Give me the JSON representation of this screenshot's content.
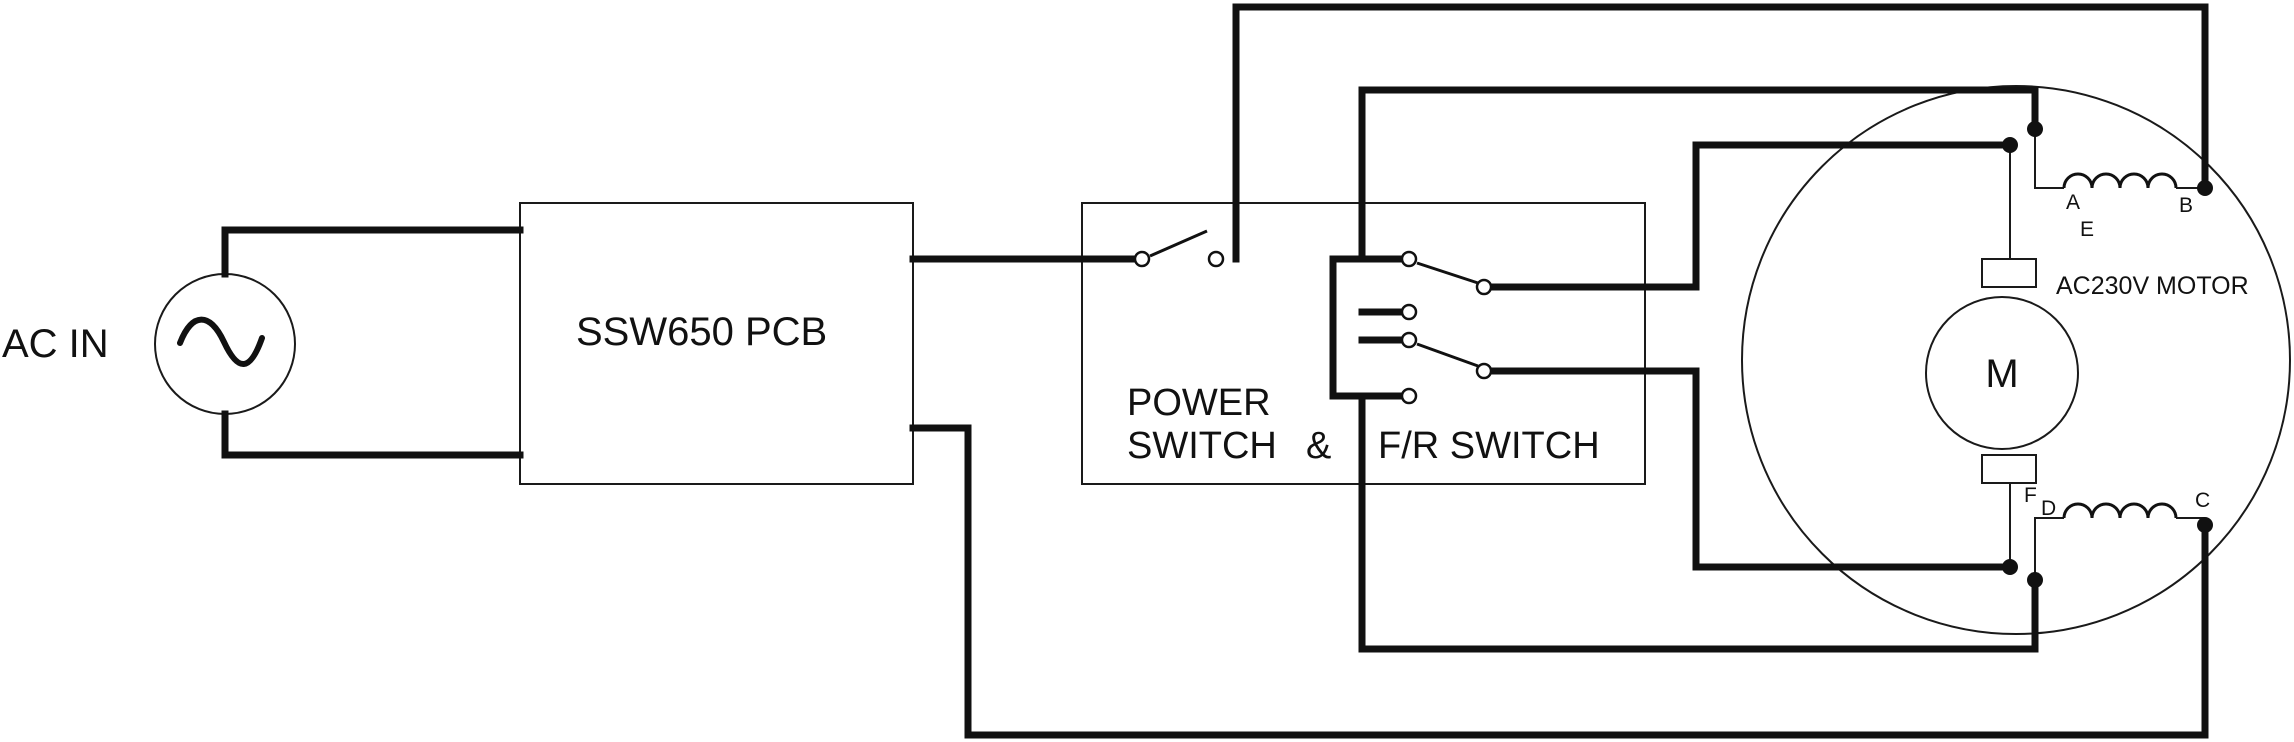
{
  "ac_source": {
    "label": "AC IN"
  },
  "pcb": {
    "label": "SSW650 PCB"
  },
  "switch_box": {
    "power_label": "POWER",
    "switch_label": "SWITCH",
    "ampersand": "&",
    "fr_label": "F/R SWITCH"
  },
  "motor": {
    "label": "AC230V MOTOR",
    "armature_letter": "M",
    "terminals": {
      "a": "A",
      "b": "B",
      "c": "C",
      "d": "D",
      "e": "E",
      "f": "F"
    }
  }
}
